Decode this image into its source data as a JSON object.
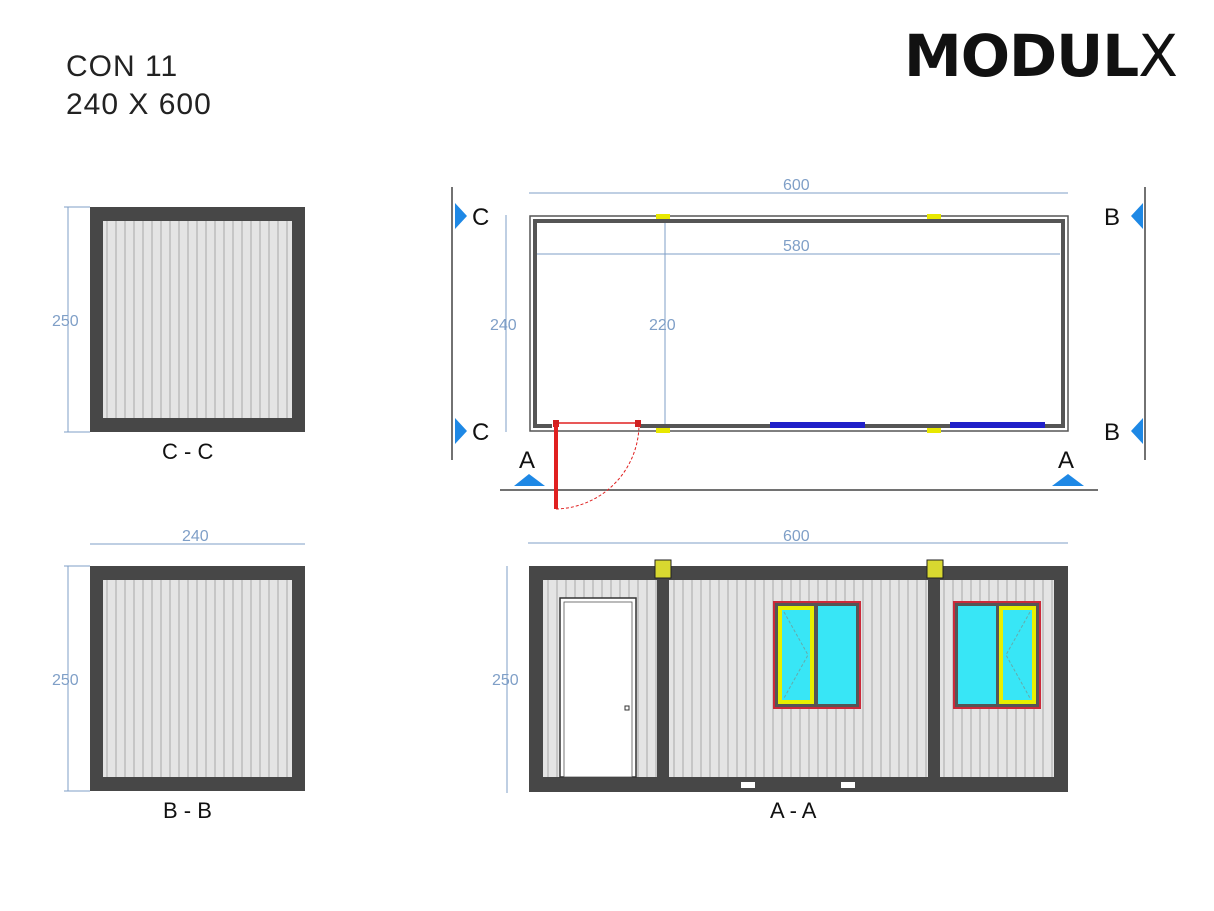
{
  "header": {
    "model": "CON 11",
    "size": "240 X 600",
    "logo_text": "MODUL",
    "logo_x": "X"
  },
  "plan": {
    "dim_length_outer": "600",
    "dim_length_inner": "580",
    "dim_width_outer": "240",
    "dim_width_inner": "220",
    "markers": {
      "c_top": "C",
      "c_bottom": "C",
      "b_top": "B",
      "b_bottom": "B",
      "a_left": "A",
      "a_right": "A"
    }
  },
  "section_cc": {
    "label": "C - C",
    "dim_height": "250"
  },
  "section_bb": {
    "label": "B - B",
    "dim_width": "240",
    "dim_height": "250"
  },
  "section_aa": {
    "label": "A - A",
    "dim_length": "600",
    "dim_height": "250"
  },
  "colors": {
    "frame": "#444444",
    "cladding": "#e2e2e2",
    "dim": "#7f9fc7",
    "marker": "#1e88e5",
    "door": "#e02020",
    "window_frame": "#cc2a3a",
    "window_sash": "#e8f000",
    "glass": "#38e6f6",
    "plan_window": "#2020c8"
  }
}
